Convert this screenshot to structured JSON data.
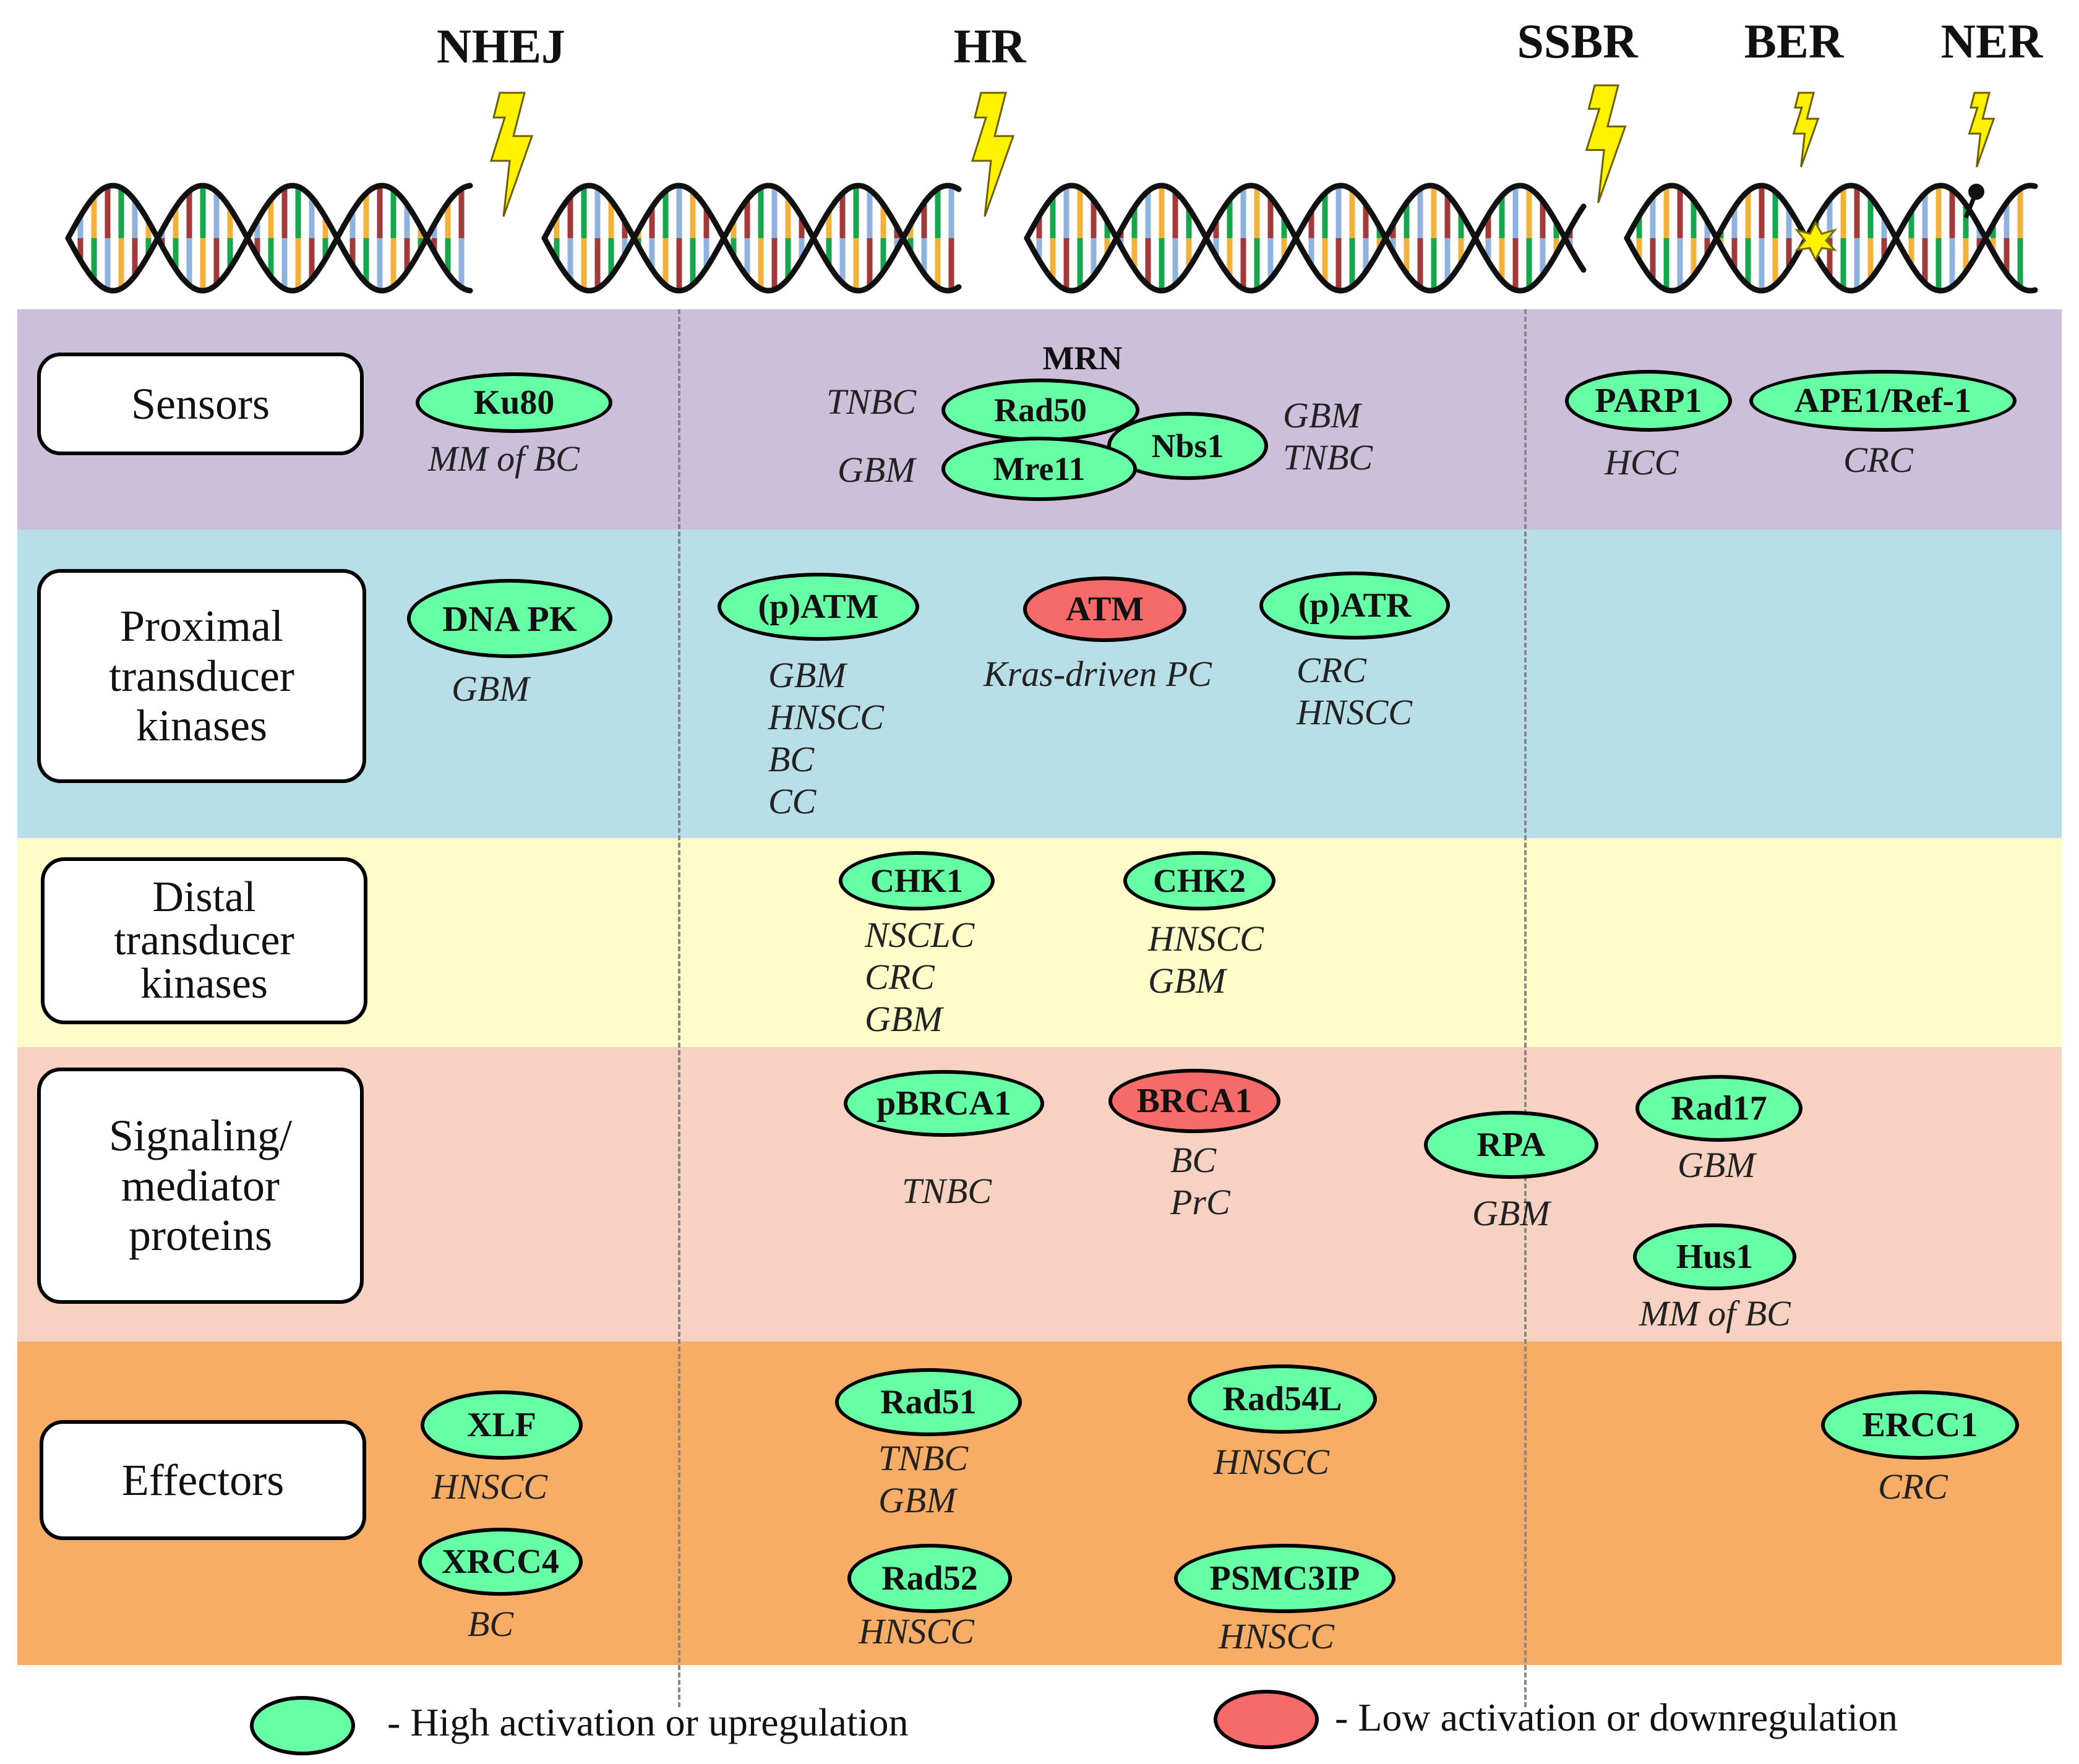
{
  "pathways": {
    "nhej": "NHEJ",
    "hr": "HR",
    "ssbr": "SSBR",
    "ber": "BER",
    "ner": "NER"
  },
  "colors": {
    "sensors_band": "#cbbfd9",
    "proximal_band": "#b8dfe7",
    "distal_band": "#fefdc9",
    "signaling_band": "#f7d1c2",
    "effectors_band": "#f8ad67",
    "high_activation": "#66ffa6",
    "low_activation": "#f76a6a",
    "lightning": "#fff200",
    "dna_strand": "#111111",
    "base_red": "#a23a3a",
    "base_green": "#16a64b",
    "base_blue": "#8fb3df",
    "base_yellow": "#f2b23a"
  },
  "categories": {
    "sensors": "Sensors",
    "proximal": [
      "Proximal",
      "transducer",
      "kinases"
    ],
    "distal": [
      "Distal",
      "transducer",
      "kinases"
    ],
    "signaling": [
      "Signaling/",
      "mediator",
      "proteins"
    ],
    "effectors": "Effectors"
  },
  "sensors": {
    "ku80": {
      "label": "Ku80",
      "cancers": "MM of BC"
    },
    "mrn_label": "MRN",
    "rad50": {
      "label": "Rad50",
      "cancers": "TNBC"
    },
    "mre11": {
      "label": "Mre11",
      "cancers": "GBM"
    },
    "nbs1": {
      "label": "Nbs1",
      "cancers": "GBM\nTNBC"
    },
    "parp1": {
      "label": "PARP1",
      "cancers": "HCC"
    },
    "ape1": {
      "label": "APE1/Ref-1",
      "cancers": "CRC"
    }
  },
  "proximal": {
    "dnapk": {
      "label": "DNA PK",
      "cancers": "GBM"
    },
    "patm": {
      "label": "(p)ATM",
      "cancers": "GBM\nHNSCC\nBC\nCC"
    },
    "atm": {
      "label": "ATM",
      "cancers": "Kras-driven PC"
    },
    "patr": {
      "label": "(p)ATR",
      "cancers": "CRC\nHNSCC"
    }
  },
  "distal": {
    "chk1": {
      "label": "CHK1",
      "cancers": "NSCLC\nCRC\nGBM"
    },
    "chk2": {
      "label": "CHK2",
      "cancers": "HNSCC\nGBM"
    }
  },
  "signaling": {
    "pbrca1": {
      "label": "pBRCA1",
      "cancers": "TNBC"
    },
    "brca1": {
      "label": "BRCA1",
      "cancers": "BC\nPrC"
    },
    "rpa": {
      "label": "RPA",
      "cancers": "GBM"
    },
    "rad17": {
      "label": "Rad17",
      "cancers": "GBM"
    },
    "hus1": {
      "label": "Hus1",
      "cancers": "MM of BC"
    }
  },
  "effectors": {
    "xlf": {
      "label": "XLF",
      "cancers": "HNSCC"
    },
    "xrcc4": {
      "label": "XRCC4",
      "cancers": "BC"
    },
    "rad51": {
      "label": "Rad51",
      "cancers": "TNBC\nGBM"
    },
    "rad52": {
      "label": "Rad52",
      "cancers": "HNSCC"
    },
    "rad54l": {
      "label": "Rad54L",
      "cancers": "HNSCC"
    },
    "psmc3ip": {
      "label": "PSMC3IP",
      "cancers": "HNSCC"
    },
    "ercc1": {
      "label": "ERCC1",
      "cancers": "CRC"
    }
  },
  "legend": {
    "high": "- High activation or upregulation",
    "low": "- Low activation or downregulation"
  }
}
